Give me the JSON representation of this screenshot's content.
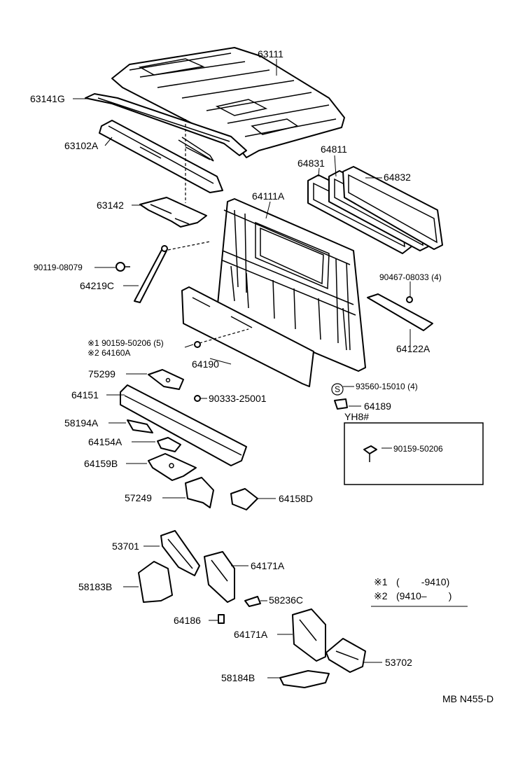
{
  "diagram": {
    "labels": {
      "p63111": "63111",
      "p63141G": "63141G",
      "p63102A": "63102A",
      "p63142": "63142",
      "p64811": "64811",
      "p64831": "64831",
      "p64832": "64832",
      "p64111A": "64111A",
      "p90119": "90119-08079",
      "p64219C": "64219C",
      "p90467": "90467-08033 (4)",
      "p64122A": "64122A",
      "p90159": "※1 90159-50206 (5)",
      "p64160A": "※2 64160A",
      "p64190": "64190",
      "p75299": "75299",
      "p64151": "64151",
      "p90333": "90333-25001",
      "p93560": "93560-15010 (4)",
      "p64189": "64189",
      "p58194A": "58194A",
      "p64154A": "64154A",
      "p64159B": "64159B",
      "p57249": "57249",
      "p64158D": "64158D",
      "p53701": "53701",
      "p64171A_1": "64171A",
      "p58183B": "58183B",
      "p58236C": "58236C",
      "p64186": "64186",
      "p64171A_2": "64171A",
      "p53702": "53702",
      "p58184B": "58184B"
    },
    "s_mark": "S",
    "inset": {
      "title": "YH8#",
      "part": "90159-50206"
    },
    "legend": {
      "line1_mark": "※1",
      "line1_text": "(        -9410)",
      "line2_mark": "※2",
      "line2_text": "(9410–        )"
    },
    "footer_code": "MB N455-D"
  }
}
